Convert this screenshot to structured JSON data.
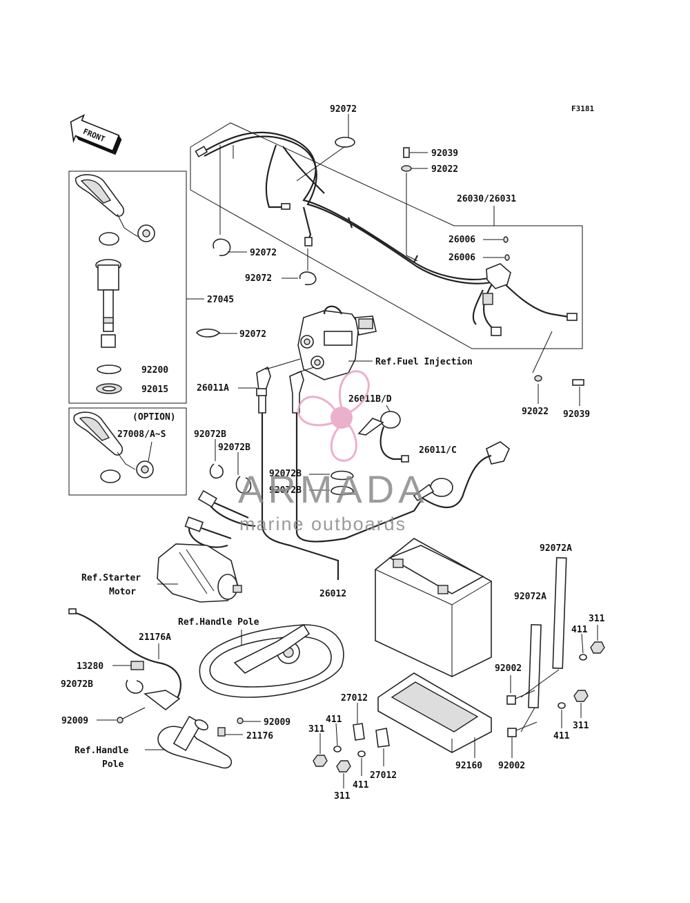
{
  "figure_code": "F3181",
  "front_label": "FRONT",
  "labels": {
    "p92072_top": "92072",
    "p92039_top": "92039",
    "p92022_top": "92022",
    "p26030": "26030/26031",
    "p26006_a": "26006",
    "p26006_b": "26006",
    "p92072_b": "92072",
    "p92072_c": "92072",
    "p27045": "27045",
    "p92072_d": "92072",
    "p92200": "92200",
    "p92015": "92015",
    "ref_fuel": "Ref.Fuel Injection",
    "p26011a": "26011A",
    "p26011bd": "26011B/D",
    "p92022_r": "92022",
    "p92039_r": "92039",
    "option": "(OPTION)",
    "p27008": "27008/A~S",
    "p92072b_1": "92072B",
    "p92072b_2": "92072B",
    "p92072b_3": "92072B",
    "p92072b_4": "92072B",
    "p26011c": "26011/C",
    "ref_starter_1": "Ref.Starter",
    "ref_starter_2": "Motor",
    "p26012": "26012",
    "p92072a_1": "92072A",
    "p92072a_2": "92072A",
    "p311_a": "311",
    "p411_a": "411",
    "p92002_a": "92002",
    "ref_handle_1": "Ref.Handle Pole",
    "p21176a": "21176A",
    "p13280": "13280",
    "p92072b_5": "92072B",
    "p92009_a": "92009",
    "p92009_b": "92009",
    "p21176": "21176",
    "ref_handle_2a": "Ref.Handle",
    "ref_handle_2b": "Pole",
    "p27012_a": "27012",
    "p411_b": "411",
    "p311_b": "311",
    "p411_c": "411",
    "p311_c": "311",
    "p27012_b": "27012",
    "p92160": "92160",
    "p92002_b": "92002",
    "p411_d": "411",
    "p311_d": "311"
  },
  "watermark": {
    "brand": "ARMADA",
    "tagline": "marine outboards",
    "color": "#e8a3c3"
  }
}
